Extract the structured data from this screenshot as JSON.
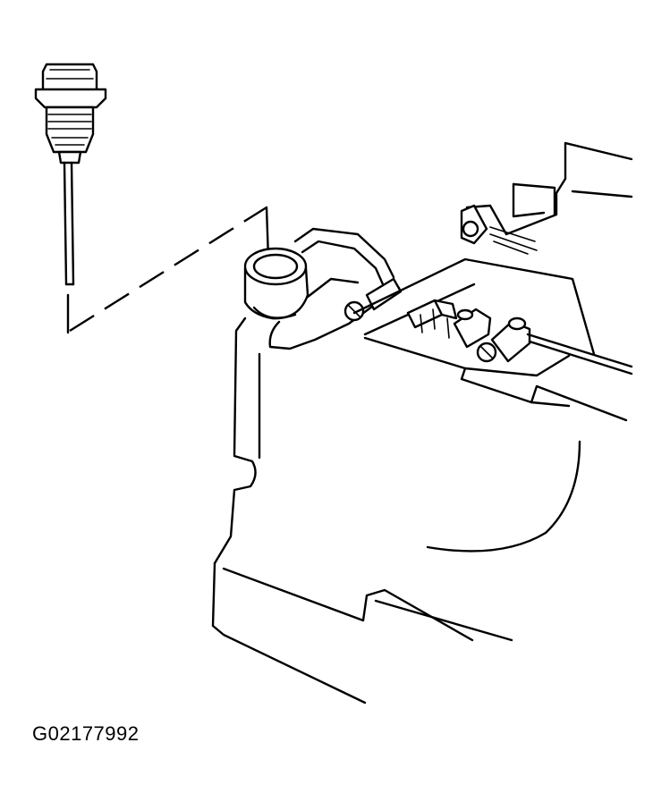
{
  "figure": {
    "id_label": "G02177992",
    "colors": {
      "ink": "#000000",
      "paper": "#ffffff"
    },
    "parts": [
      "dipstick",
      "dipstick-tube",
      "engine-block",
      "fuel-injectors",
      "fuel-rail"
    ]
  }
}
